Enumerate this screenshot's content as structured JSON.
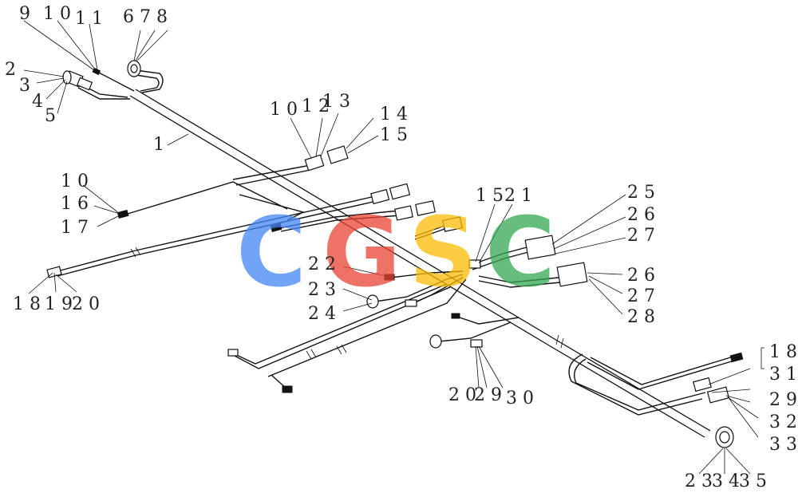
{
  "diagram": {
    "watermark": {
      "letters": [
        "C",
        "G",
        "S",
        "C"
      ],
      "colors": [
        "#4285F4",
        "#EA4335",
        "#FBBC05",
        "#34A853"
      ]
    },
    "labels": [
      {
        "id": "l-9",
        "text": "9"
      },
      {
        "id": "l-10a",
        "text": "10"
      },
      {
        "id": "l-11",
        "text": "11"
      },
      {
        "id": "l-678",
        "text": "678"
      },
      {
        "id": "l-2a",
        "text": "2"
      },
      {
        "id": "l-3a",
        "text": "3"
      },
      {
        "id": "l-4a",
        "text": "4"
      },
      {
        "id": "l-5a",
        "text": "5"
      },
      {
        "id": "l-10b",
        "text": "10"
      },
      {
        "id": "l-12",
        "text": "12"
      },
      {
        "id": "l-13",
        "text": "13"
      },
      {
        "id": "l-14",
        "text": "14"
      },
      {
        "id": "l-15a",
        "text": "15"
      },
      {
        "id": "l-1",
        "text": "1"
      },
      {
        "id": "l-10c",
        "text": "10"
      },
      {
        "id": "l-16",
        "text": "16"
      },
      {
        "id": "l-17",
        "text": "17"
      },
      {
        "id": "l-18a",
        "text": "18"
      },
      {
        "id": "l-19",
        "text": "19"
      },
      {
        "id": "l-20a",
        "text": "20"
      },
      {
        "id": "l-15b",
        "text": "15"
      },
      {
        "id": "l-21",
        "text": "21"
      },
      {
        "id": "l-25",
        "text": "25"
      },
      {
        "id": "l-26a",
        "text": "26"
      },
      {
        "id": "l-27a",
        "text": "27"
      },
      {
        "id": "l-22",
        "text": "22"
      },
      {
        "id": "l-23a",
        "text": "23"
      },
      {
        "id": "l-24",
        "text": "24"
      },
      {
        "id": "l-26b",
        "text": "26"
      },
      {
        "id": "l-27b",
        "text": "27"
      },
      {
        "id": "l-28",
        "text": "28"
      },
      {
        "id": "l-20b",
        "text": "20"
      },
      {
        "id": "l-29a",
        "text": "29"
      },
      {
        "id": "l-30",
        "text": "30"
      },
      {
        "id": "l-18b",
        "text": "18"
      },
      {
        "id": "l-31",
        "text": "31"
      },
      {
        "id": "l-29b",
        "text": "29"
      },
      {
        "id": "l-32",
        "text": "32"
      },
      {
        "id": "l-33",
        "text": "33"
      },
      {
        "id": "l-23b",
        "text": "23"
      },
      {
        "id": "l-34",
        "text": "34"
      },
      {
        "id": "l-35",
        "text": "35"
      }
    ]
  }
}
